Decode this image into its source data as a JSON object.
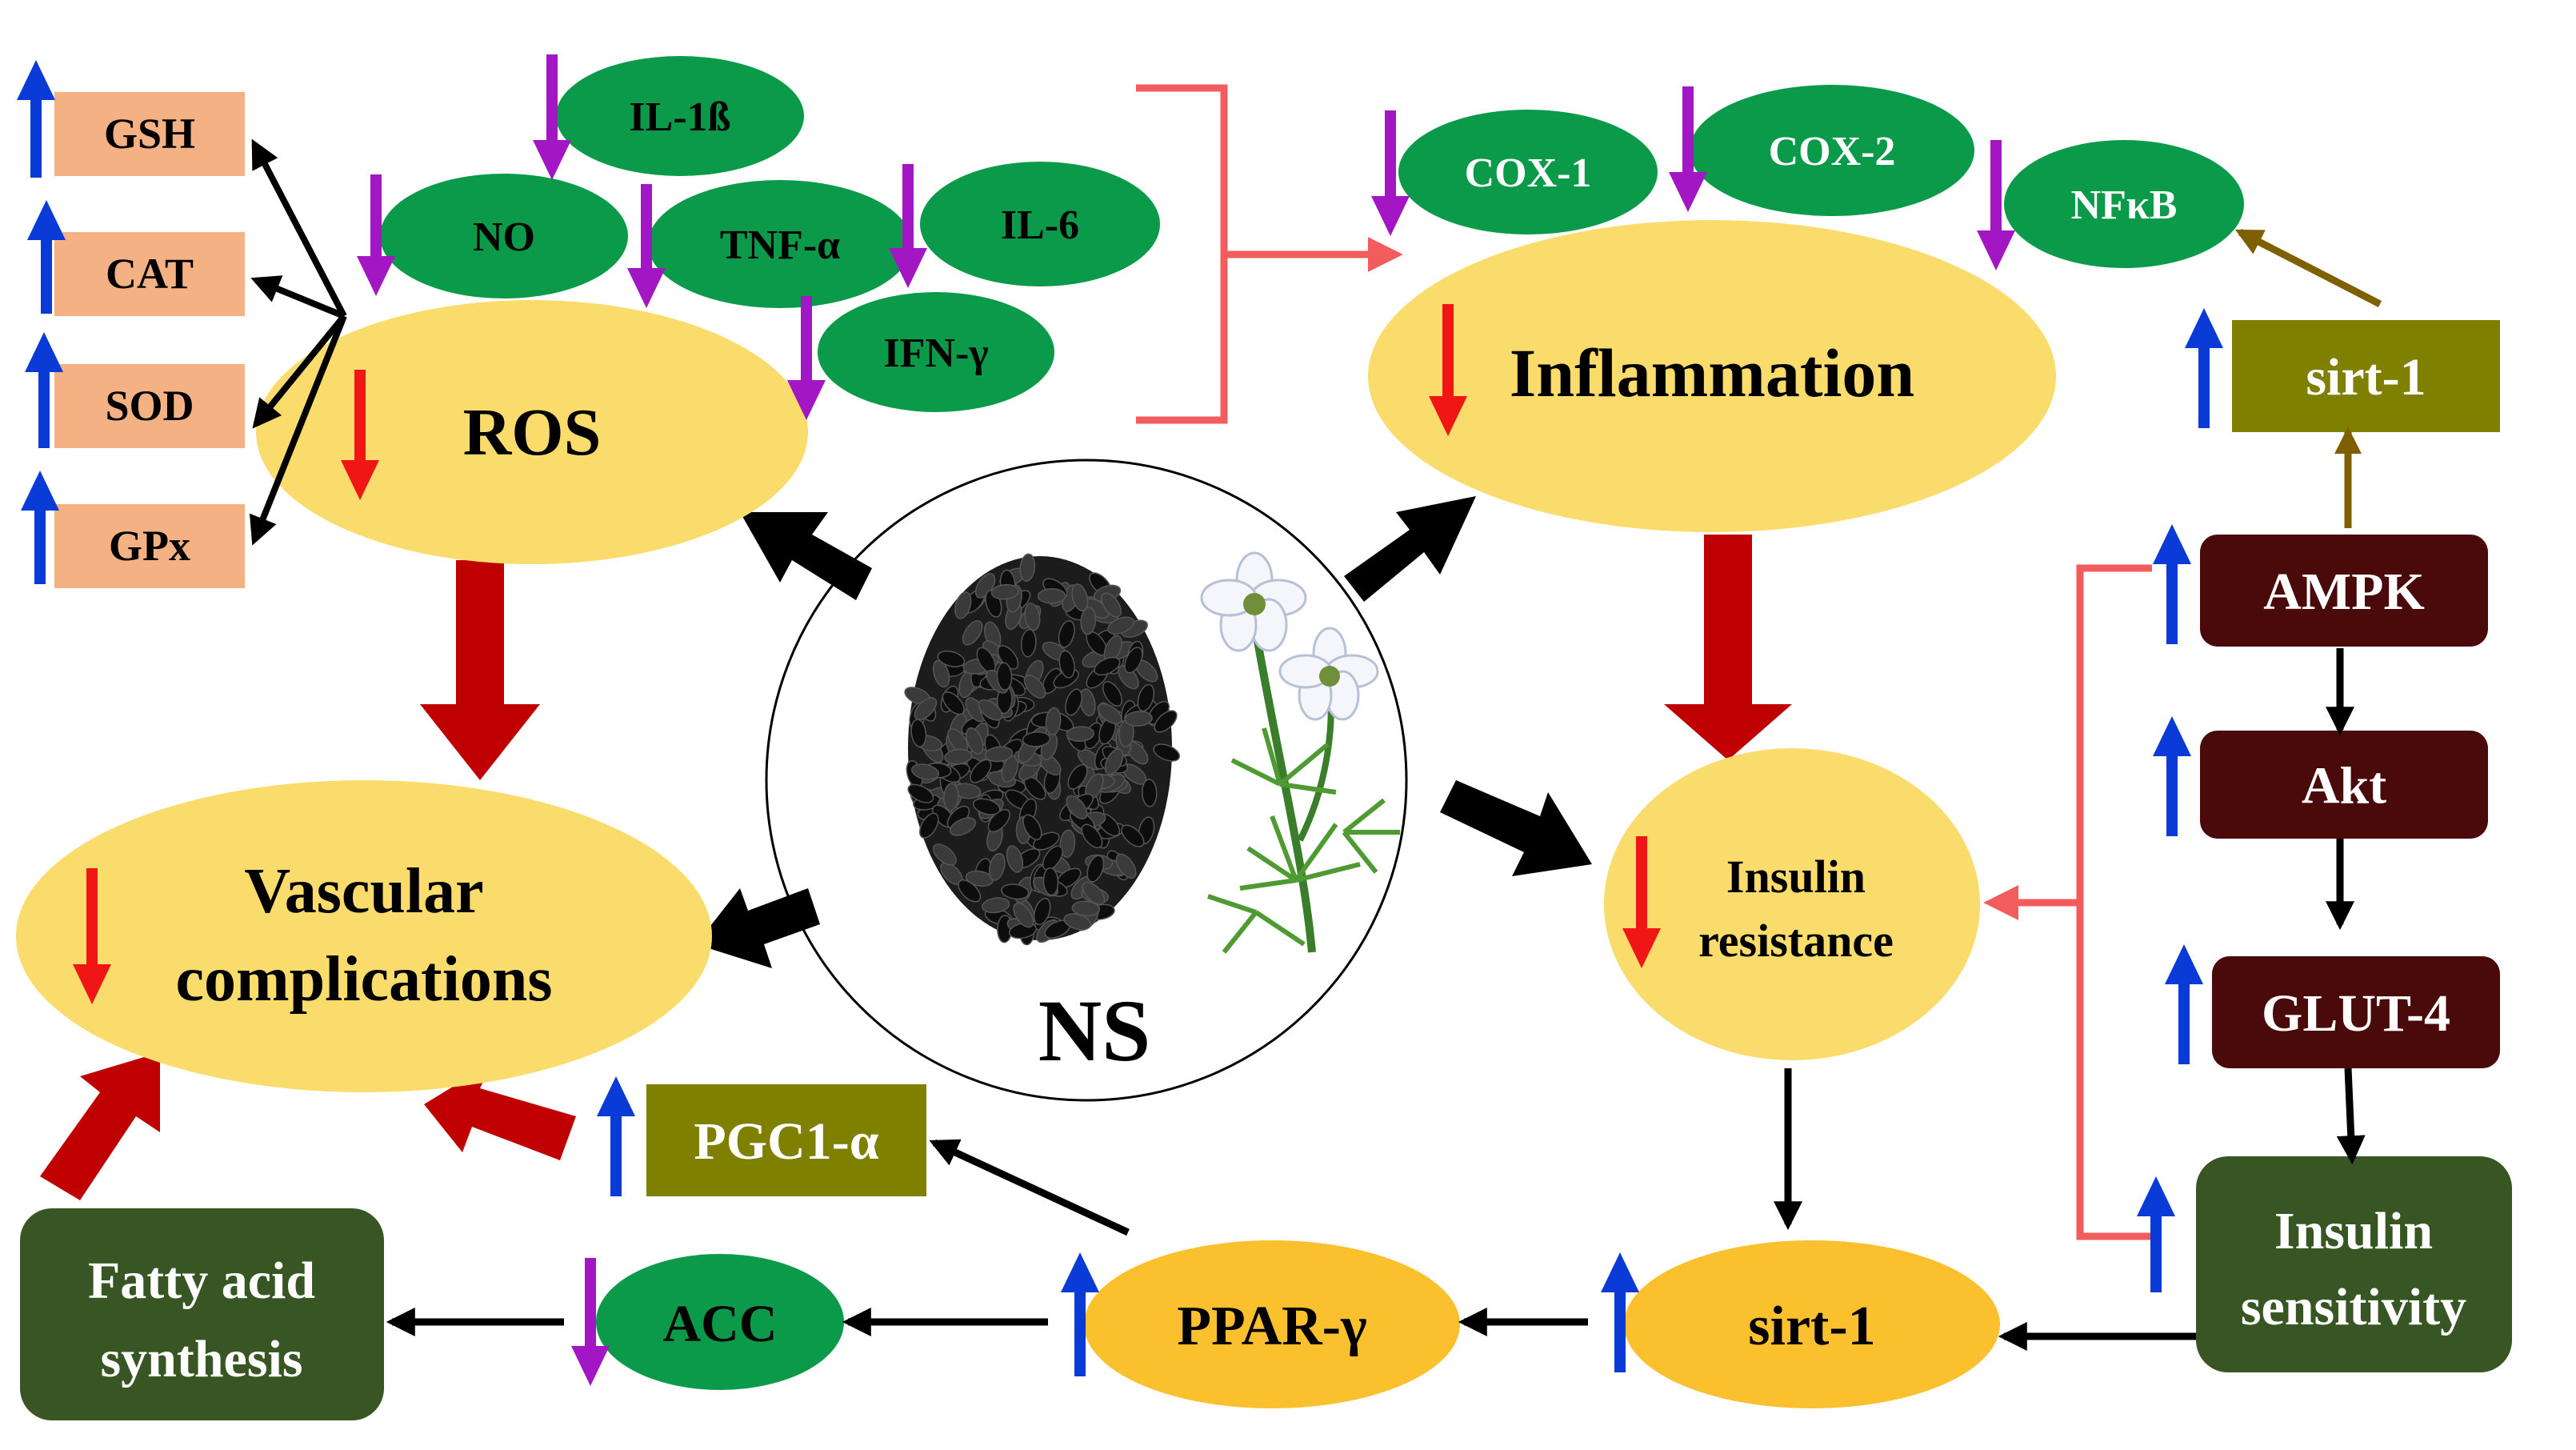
{
  "center": {
    "label": "NS"
  },
  "antioxidants": [
    {
      "label": "GSH",
      "trend": "up"
    },
    {
      "label": "CAT",
      "trend": "up"
    },
    {
      "label": "SOD",
      "trend": "up"
    },
    {
      "label": "GPx",
      "trend": "up"
    }
  ],
  "ros": {
    "label": "ROS",
    "trend": "down"
  },
  "cytokines": [
    {
      "label": "IL-1ß",
      "trend": "down"
    },
    {
      "label": "NO",
      "trend": "down"
    },
    {
      "label": "TNF-α",
      "trend": "down"
    },
    {
      "label": "IL-6",
      "trend": "down"
    },
    {
      "label": "IFN-γ",
      "trend": "down"
    }
  ],
  "inflammation": {
    "label": "Inflammation",
    "trend": "down"
  },
  "inflam_markers": [
    {
      "label": "COX-1",
      "trend": "down"
    },
    {
      "label": "COX-2",
      "trend": "down"
    },
    {
      "label": "NFκB",
      "trend": "down"
    }
  ],
  "sirt_top": {
    "label": "sirt-1",
    "trend": "up"
  },
  "ampk": {
    "label": "AMPK",
    "trend": "up"
  },
  "akt": {
    "label": "Akt",
    "trend": "up"
  },
  "glut4": {
    "label": "GLUT-4",
    "trend": "up"
  },
  "insulin_sensitivity": {
    "line1": "Insulin",
    "line2": "sensitivity",
    "trend": "up"
  },
  "insulin_resistance": {
    "line1": "Insulin",
    "line2": "resistance",
    "trend": "down"
  },
  "sirt_bottom": {
    "label": "sirt-1",
    "trend": "up"
  },
  "ppar": {
    "label": "PPAR-γ",
    "trend": "up"
  },
  "pgc": {
    "label": "PGC1-α",
    "trend": "up"
  },
  "acc": {
    "label": "ACC",
    "trend": "down"
  },
  "fatty": {
    "line1": "Fatty acid",
    "line2": "synthesis"
  },
  "vascular": {
    "line1": "Vascular",
    "line2": "complications",
    "trend": "down"
  },
  "colors": {
    "yellow": "#F9DC6B",
    "green_oval": "#0B9A4A",
    "salmon": "#F4B183",
    "olive": "#7F7F00",
    "maroon": "#4A0A0A",
    "dark_green": "#375623",
    "up_arrow": "#0B3BD6",
    "down_purple": "#A316C4",
    "down_red": "#F01616",
    "big_red": "#C00000",
    "pink_line": "#F25C5C",
    "brown_arrow": "#7F6000"
  }
}
